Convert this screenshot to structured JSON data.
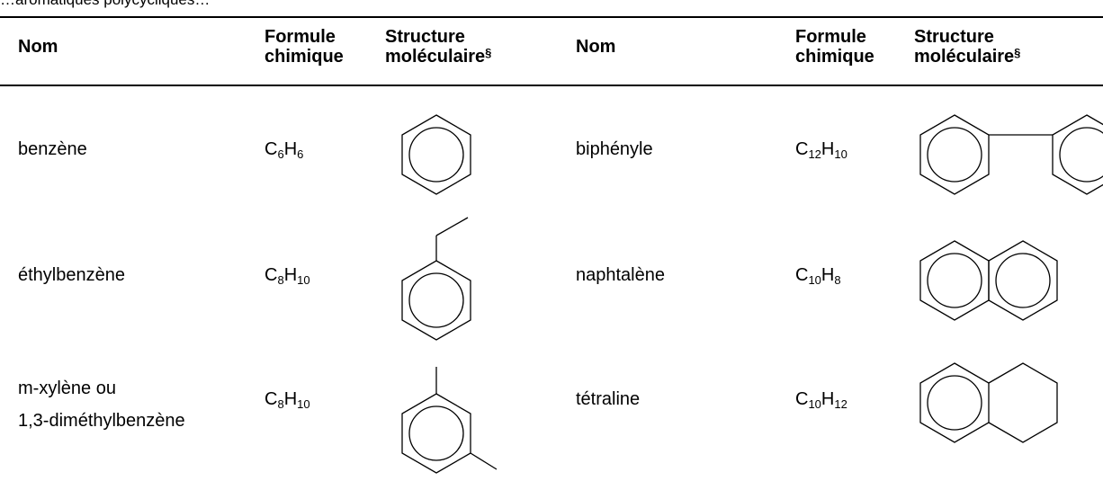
{
  "caption_fragment": "…aromatiques polycycliques…",
  "header": {
    "col_nom": "Nom",
    "col_formule": [
      "Formule",
      "chimique"
    ],
    "col_structure": [
      "Structure",
      "moléculaire"
    ],
    "section_mark": "§"
  },
  "rows": [
    {
      "left": {
        "name": [
          "benzène"
        ],
        "formula": [
          [
            "C",
            "6"
          ],
          [
            "H",
            "6"
          ]
        ],
        "structure": "benzene-icon"
      },
      "right": {
        "name": [
          "biphényle"
        ],
        "formula": [
          [
            "C",
            "12"
          ],
          [
            "H",
            "10"
          ]
        ],
        "structure": "biphenyl-icon"
      }
    },
    {
      "left": {
        "name": [
          "éthylbenzène"
        ],
        "formula": [
          [
            "C",
            "8"
          ],
          [
            "H",
            "10"
          ]
        ],
        "structure": "ethylbenzene-icon"
      },
      "right": {
        "name": [
          "naphtalène"
        ],
        "formula": [
          [
            "C",
            "10"
          ],
          [
            "H",
            "8"
          ]
        ],
        "structure": "naphthalene-icon"
      }
    },
    {
      "left": {
        "name": [
          "m-xylène ou",
          "1,3-diméthylbenzène"
        ],
        "formula": [
          [
            "C",
            "8"
          ],
          [
            "H",
            "10"
          ]
        ],
        "structure": "m-xylene-icon"
      },
      "right": {
        "name": [
          "tétraline"
        ],
        "formula": [
          [
            "C",
            "10"
          ],
          [
            "H",
            "12"
          ]
        ],
        "structure": "tetralin-icon"
      }
    }
  ]
}
